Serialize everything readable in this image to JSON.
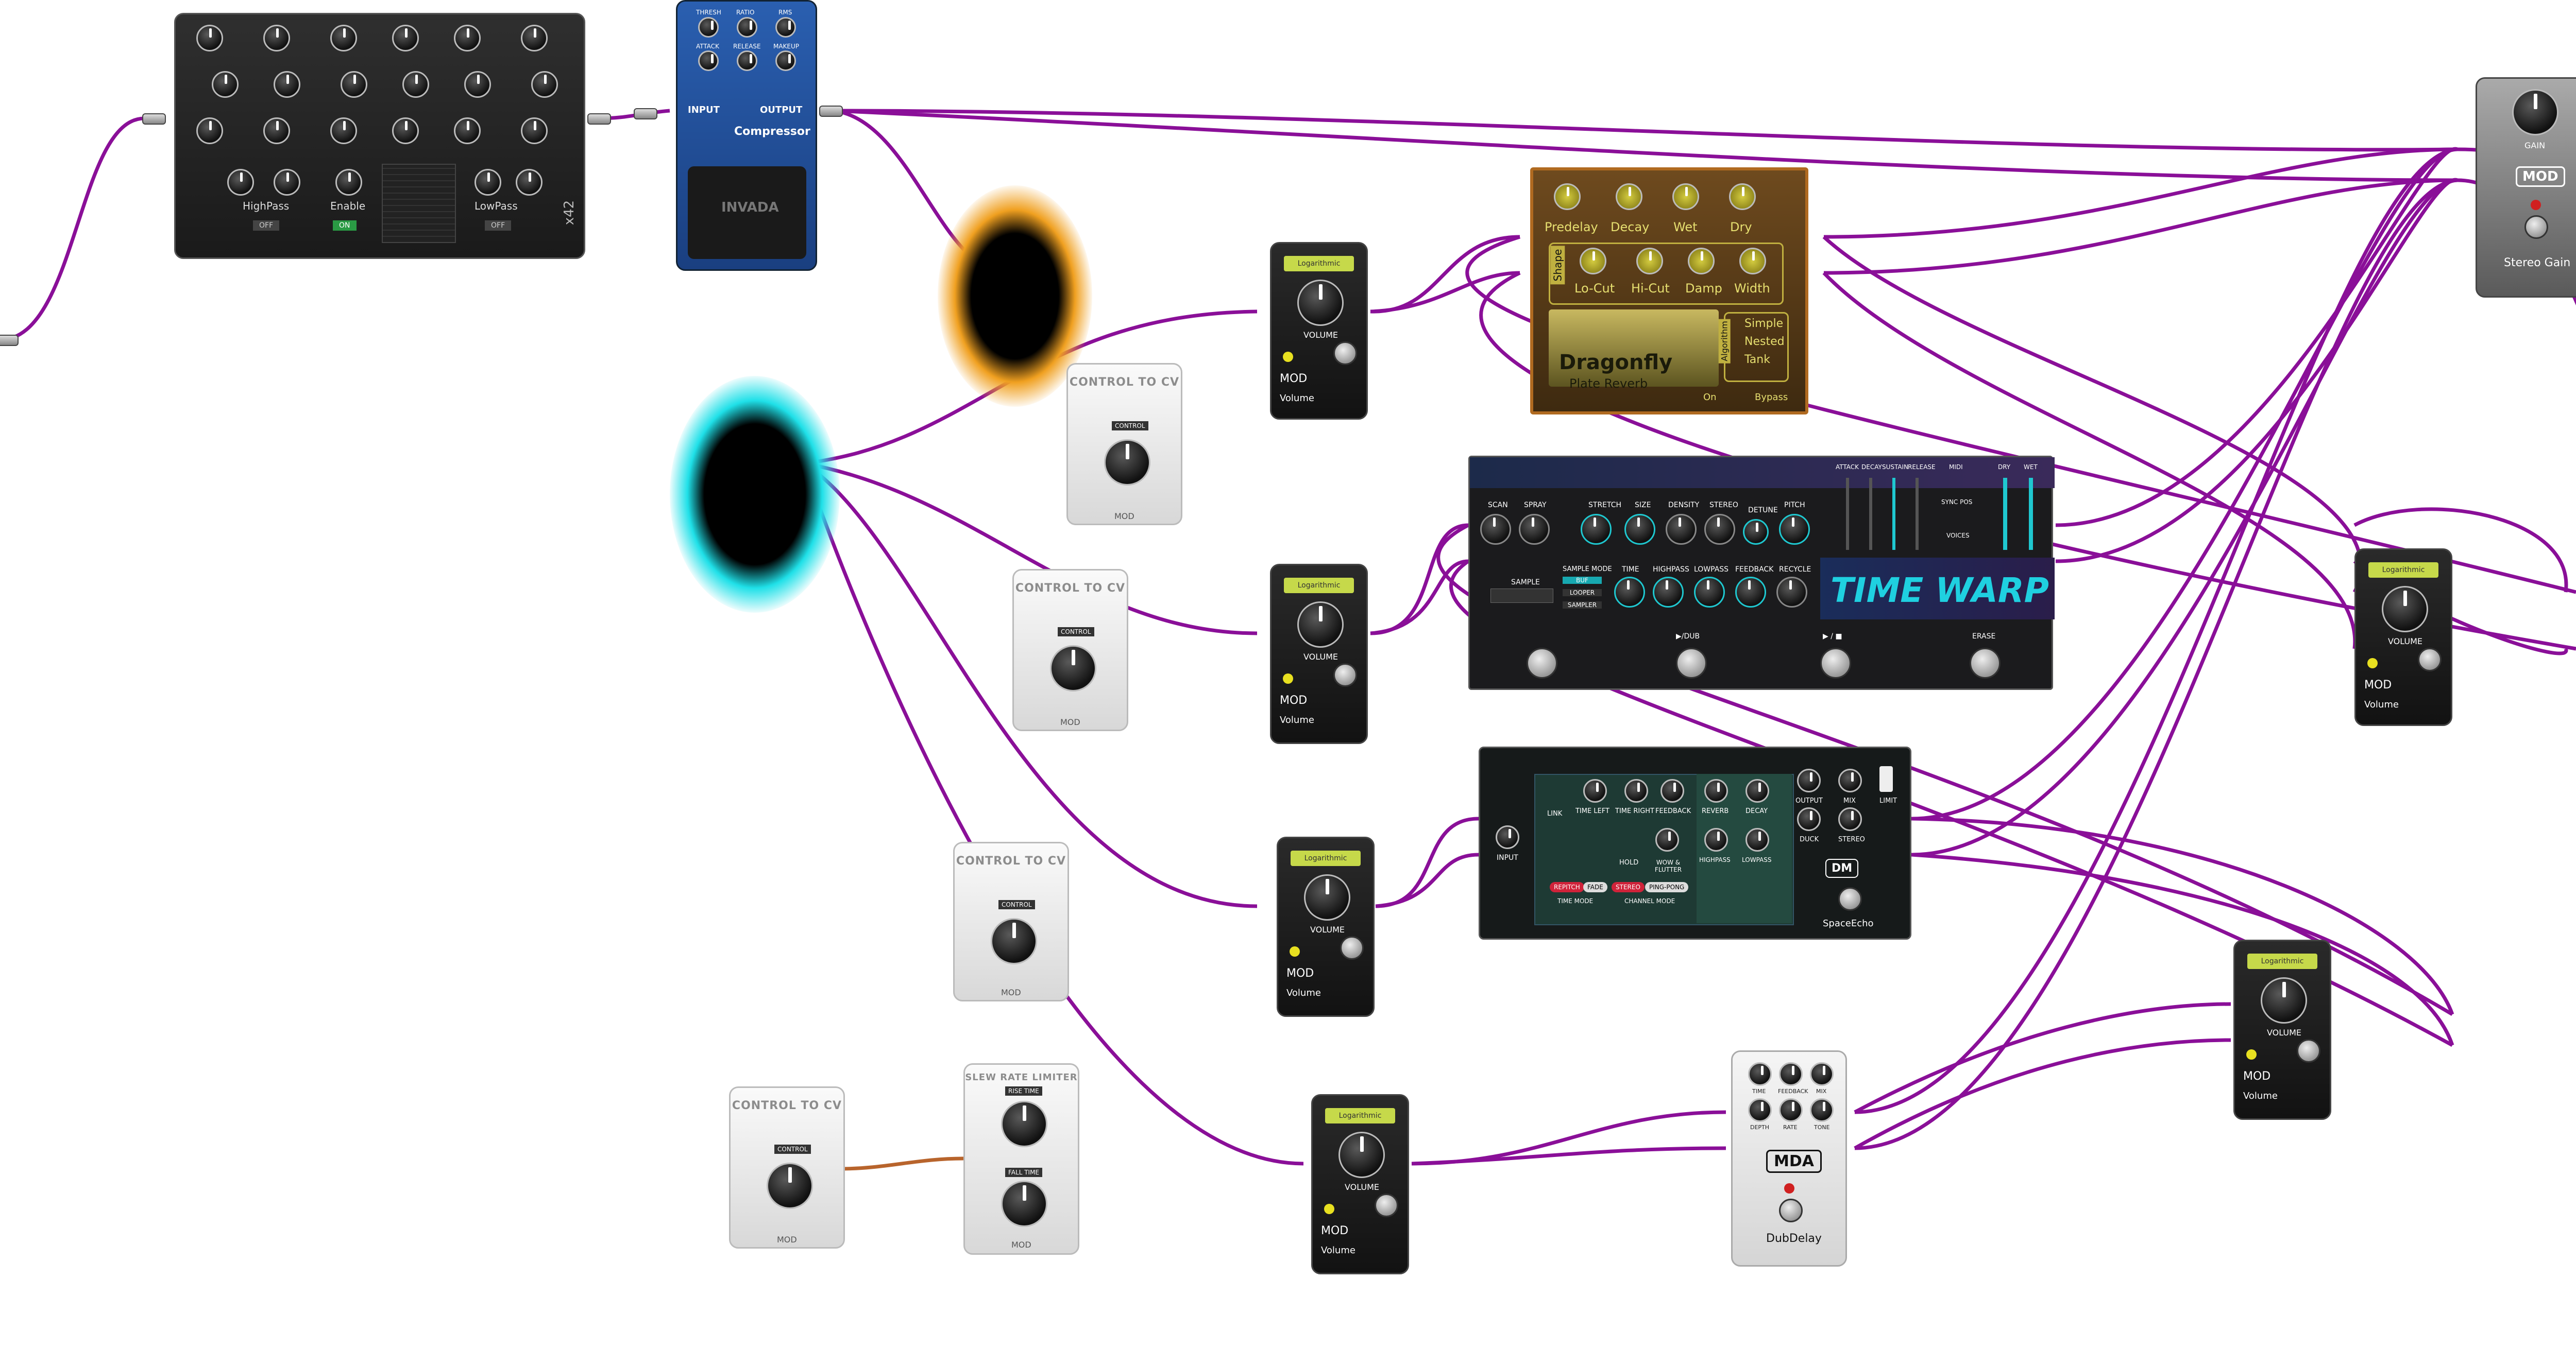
{
  "pedals": {
    "x42": {
      "brand": "x42",
      "labels": {
        "highpass": "HighPass",
        "enable": "Enable",
        "lowpass": "LowPass",
        "off1": "OFF",
        "on": "ON",
        "off2": "OFF"
      }
    },
    "compressor": {
      "knobs": [
        "THRESH",
        "RATIO",
        "RMS",
        "ATTACK",
        "RELEASE",
        "MAKEUP"
      ],
      "input": "INPUT",
      "output": "OUTPUT",
      "name": "Compressor",
      "brand": "INVADA"
    },
    "dragonfly": {
      "row1": [
        "Predelay",
        "Decay",
        "Wet",
        "Dry"
      ],
      "row2": [
        "Lo-Cut",
        "Hi-Cut",
        "Damp",
        "Width"
      ],
      "shape": "Shape",
      "modes": [
        "Simple",
        "Nested",
        "Tank"
      ],
      "algo": "Algorithm",
      "title": "Dragonfly",
      "subtitle": "Plate Reverb",
      "on": "On",
      "bypass": "Bypass"
    },
    "timewarp": {
      "knobs1": [
        "SCAN",
        "SPRAY",
        "STRETCH",
        "SIZE",
        "DENSITY",
        "STEREO",
        "DETUNE",
        "PITCH"
      ],
      "knobs2": [
        "TIME",
        "HIGHPASS",
        "LOWPASS",
        "FEEDBACK",
        "RECYCLE"
      ],
      "sliders": [
        "ATTACK",
        "DECAY",
        "SUSTAIN",
        "RELEASE"
      ],
      "sample_label": "SAMPLE",
      "sample_mode": "SAMPLE MODE",
      "modes": [
        "BUF",
        "LOOPER",
        "SAMPLER"
      ],
      "midi": "MIDI",
      "sync": "SYNC POS",
      "voices": "VOICES",
      "dry": "DRY",
      "wet": "WET",
      "title": "TIME WARP",
      "footer": [
        "▶/DUB",
        "▶ / ■",
        "ERASE"
      ]
    },
    "spaceecho": {
      "labels": [
        "LINK",
        "TIME LEFT",
        "TIME RIGHT",
        "FEEDBACK",
        "REVERB",
        "DECAY",
        "OUTPUT",
        "MIX",
        "LIMIT",
        "INPUT",
        "HOLD",
        "WOW & FLUTTER",
        "HIGHPASS",
        "LOWPASS",
        "DUCK",
        "STEREO",
        "TIME MODE",
        "CHANNEL MODE"
      ],
      "btns": [
        "REPITCH",
        "FADE",
        "STEREO",
        "PING-PONG"
      ],
      "logo": "DM",
      "name": "SpaceEcho"
    },
    "dubdelay": {
      "knobs": [
        "TIME",
        "FEEDBACK",
        "MIX",
        "DEPTH",
        "RATE",
        "TONE"
      ],
      "logo": "MDA",
      "name": "DubDelay"
    },
    "stereogain": {
      "gain": "GAIN",
      "logo": "MOD",
      "name": "Stereo Gain"
    },
    "volume": {
      "screen": "Logarithmic",
      "knob": "VOLUME",
      "brand": "MOD",
      "name": "Volume"
    },
    "control_cv": {
      "title": "CONTROL TO CV",
      "btn": "CONTROL",
      "brand": "MOD"
    },
    "slew": {
      "title": "SLEW RATE LIMITER",
      "rise": "RISE TIME",
      "fall": "FALL TIME",
      "brand": "MOD"
    }
  },
  "colors": {
    "wire": "#8a0f98",
    "wire_cv": "#b8642c",
    "portal_orange": "#f0a020",
    "portal_cyan": "#1fe0e8"
  }
}
